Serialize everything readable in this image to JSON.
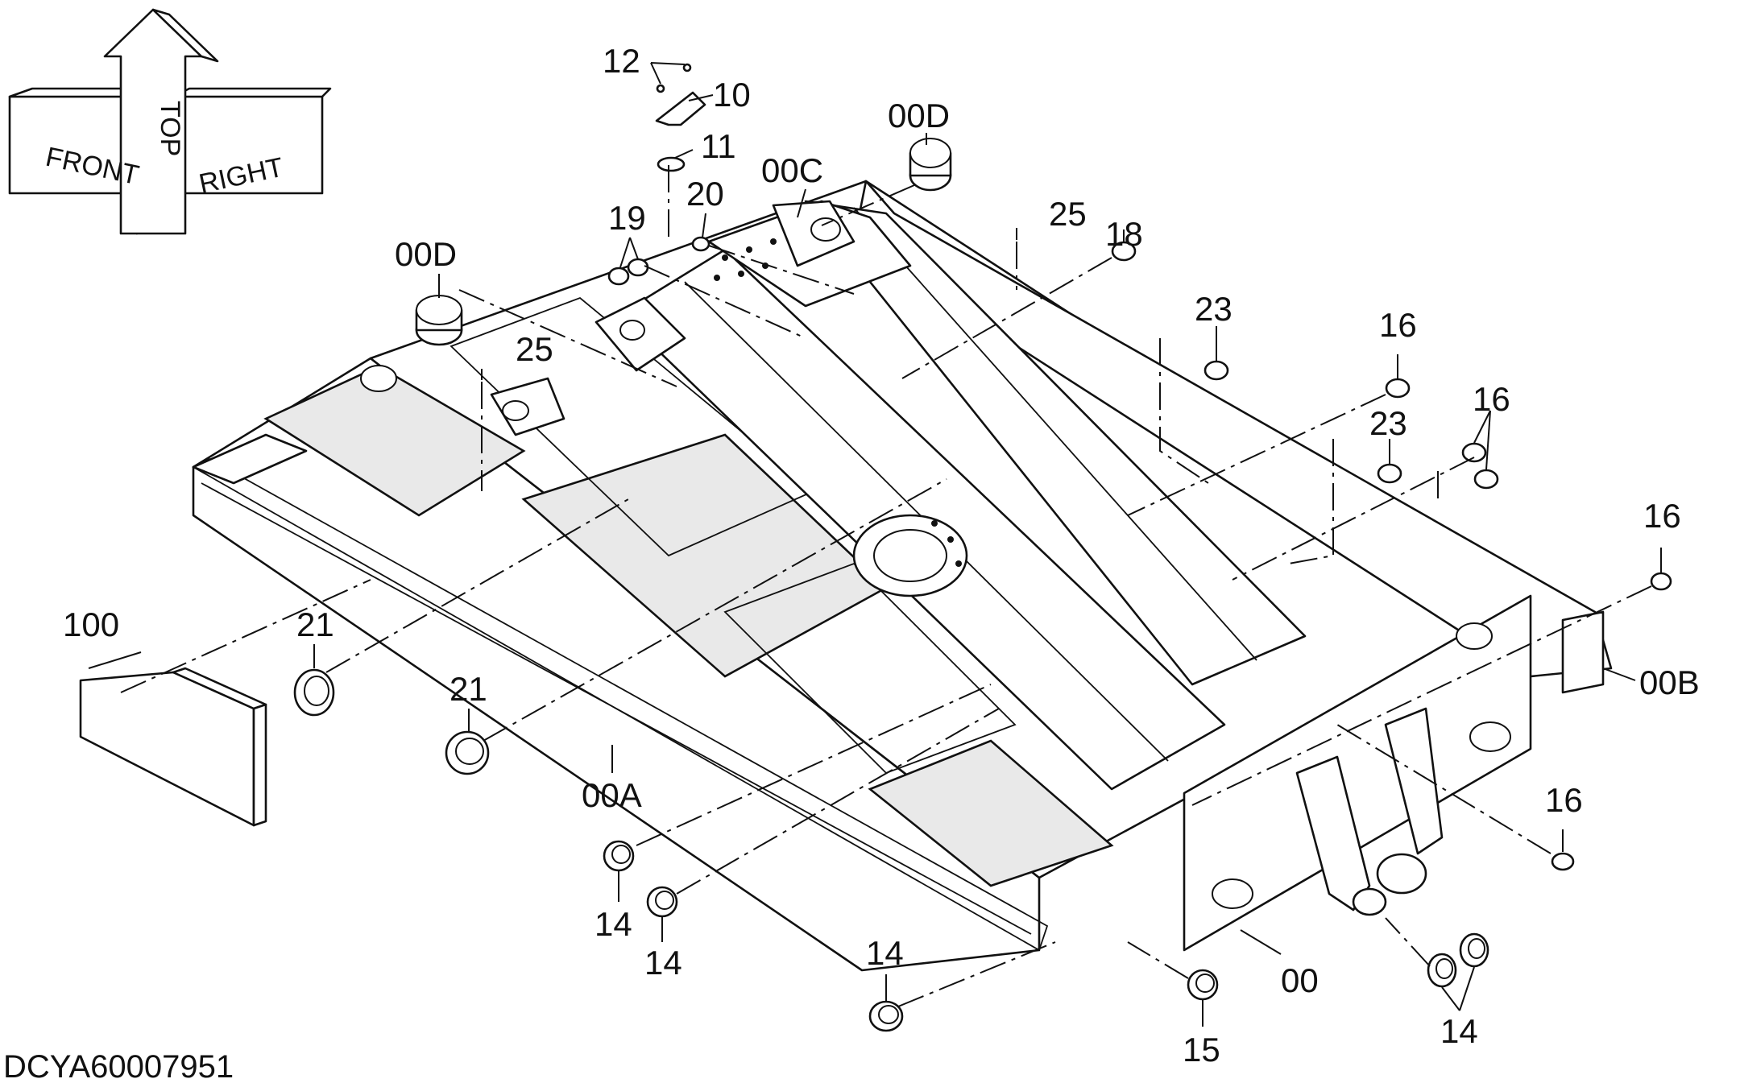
{
  "drawing_id": "DCYA60007951",
  "orientation": {
    "front_label": "FRONT",
    "top_label": "TOP",
    "right_label": "RIGHT"
  },
  "callouts": [
    {
      "id": "callout-12",
      "text": "12"
    },
    {
      "id": "callout-10",
      "text": "10"
    },
    {
      "id": "callout-11",
      "text": "11"
    },
    {
      "id": "callout-20",
      "text": "20"
    },
    {
      "id": "callout-00c",
      "text": "00C"
    },
    {
      "id": "callout-00d-top",
      "text": "00D"
    },
    {
      "id": "callout-25-top",
      "text": "25"
    },
    {
      "id": "callout-18",
      "text": "18"
    },
    {
      "id": "callout-19",
      "text": "19"
    },
    {
      "id": "callout-00d-left",
      "text": "00D"
    },
    {
      "id": "callout-25-left",
      "text": "25"
    },
    {
      "id": "callout-23-top",
      "text": "23"
    },
    {
      "id": "callout-16-a",
      "text": "16"
    },
    {
      "id": "callout-16-b",
      "text": "16"
    },
    {
      "id": "callout-23-mid",
      "text": "23"
    },
    {
      "id": "callout-16-c",
      "text": "16"
    },
    {
      "id": "callout-100",
      "text": "100"
    },
    {
      "id": "callout-21-a",
      "text": "21"
    },
    {
      "id": "callout-21-b",
      "text": "21"
    },
    {
      "id": "callout-00b",
      "text": "00B"
    },
    {
      "id": "callout-00a",
      "text": "00A"
    },
    {
      "id": "callout-16-d",
      "text": "16"
    },
    {
      "id": "callout-14-a",
      "text": "14"
    },
    {
      "id": "callout-14-b",
      "text": "14"
    },
    {
      "id": "callout-14-c",
      "text": "14"
    },
    {
      "id": "callout-00",
      "text": "00"
    },
    {
      "id": "callout-15",
      "text": "15"
    },
    {
      "id": "callout-14-d",
      "text": "14"
    }
  ]
}
